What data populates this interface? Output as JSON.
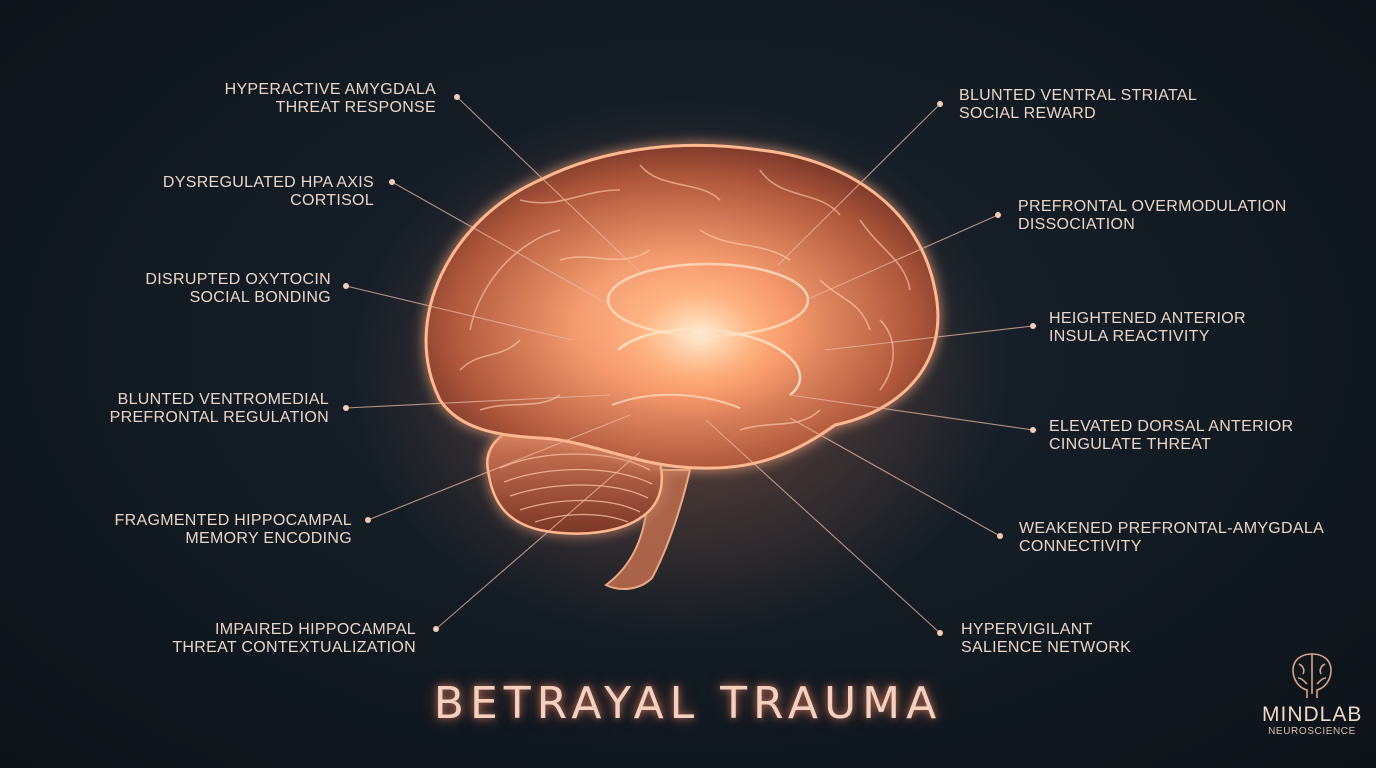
{
  "title": "BETRAYAL TRAUMA",
  "colors": {
    "background": "#121a22",
    "glow": "#ff8a5c",
    "label": "#ead6c8",
    "leader": "#e8b8a0"
  },
  "labels_left": [
    {
      "line1": "HYPERACTIVE AMYGDALA",
      "line2": "THREAT RESPONSE"
    },
    {
      "line1": "DYSREGULATED HPA AXIS",
      "line2": "CORTISOL"
    },
    {
      "line1": "DISRUPTED OXYTOCIN",
      "line2": "SOCIAL BONDING"
    },
    {
      "line1": "BLUNTED VENTROMEDIAL",
      "line2": "PREFRONTAL REGULATION"
    },
    {
      "line1": "FRAGMENTED HIPPOCAMPAL",
      "line2": "MEMORY ENCODING"
    },
    {
      "line1": "IMPAIRED HIPPOCAMPAL",
      "line2": "THREAT CONTEXTUALIZATION"
    }
  ],
  "labels_right": [
    {
      "line1": "BLUNTED VENTRAL STRIATAL",
      "line2": "SOCIAL REWARD"
    },
    {
      "line1": "PREFRONTAL OVERMODULATION",
      "line2": "DISSOCIATION"
    },
    {
      "line1": "HEIGHTENED ANTERIOR",
      "line2": "INSULA REACTIVITY"
    },
    {
      "line1": "ELEVATED DORSAL ANTERIOR",
      "line2": "CINGULATE THREAT"
    },
    {
      "line1": "WEAKENED PREFRONTAL-AMYGDALA",
      "line2": "CONNECTIVITY"
    },
    {
      "line1": "HYPERVIGILANT",
      "line2": "SALIENCE NETWORK"
    }
  ],
  "logo": {
    "name": "MINDLAB",
    "subtitle": "NEUROSCIENCE",
    "icon": "brain-icon"
  }
}
